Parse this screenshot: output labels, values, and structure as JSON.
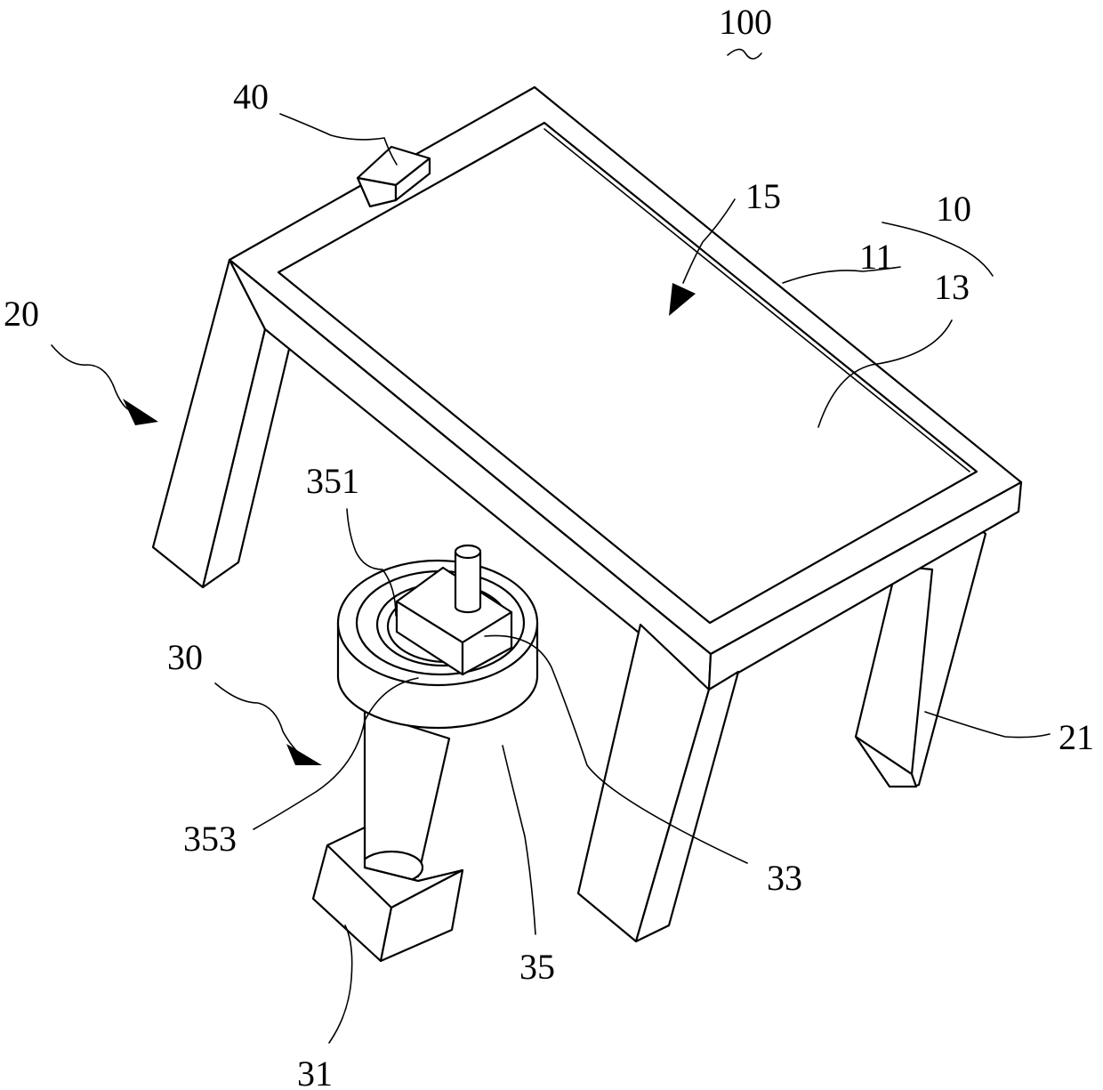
{
  "figure": {
    "labels": {
      "assembly": "100",
      "table": "10",
      "frame": "11",
      "panel": "13",
      "direction": "15",
      "leg_group": "20",
      "leg": "21",
      "drive_group": "30",
      "motor": "31",
      "block": "33",
      "bearing": "35",
      "outer_ring": "351",
      "inner_ring": "353",
      "sensor": "40"
    }
  }
}
